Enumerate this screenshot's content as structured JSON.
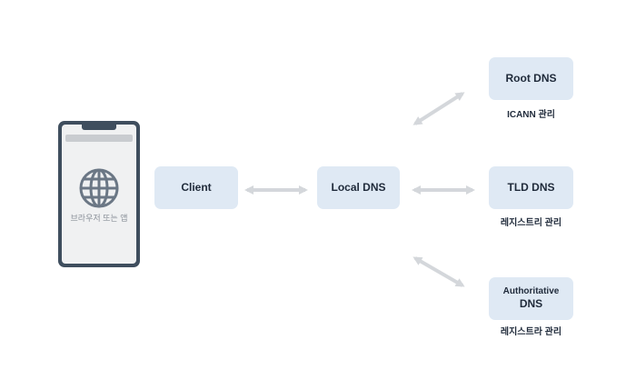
{
  "phone": {
    "screen_label": "브라우저 또는 앱",
    "icon": "globe-icon"
  },
  "nodes": {
    "client": {
      "label": "Client"
    },
    "local_dns": {
      "label": "Local DNS"
    },
    "root_dns": {
      "label": "Root DNS",
      "caption": "ICANN 관리"
    },
    "tld_dns": {
      "label": "TLD DNS",
      "caption": "레지스트리 관리"
    },
    "auth_dns": {
      "label_line1": "Authoritative",
      "label_line2": "DNS",
      "caption": "레지스트라 관리"
    }
  },
  "edges": [
    {
      "from": "client",
      "to": "local_dns",
      "direction": "both"
    },
    {
      "from": "local_dns",
      "to": "root_dns",
      "direction": "both"
    },
    {
      "from": "local_dns",
      "to": "tld_dns",
      "direction": "both"
    },
    {
      "from": "local_dns",
      "to": "auth_dns",
      "direction": "both"
    }
  ],
  "colors": {
    "node_fill": "#dfe9f4",
    "arrow": "#d4d7db",
    "phone_body": "#3f4e5e",
    "phone_screen": "#f0f1f2",
    "globe": "#6b7785"
  }
}
